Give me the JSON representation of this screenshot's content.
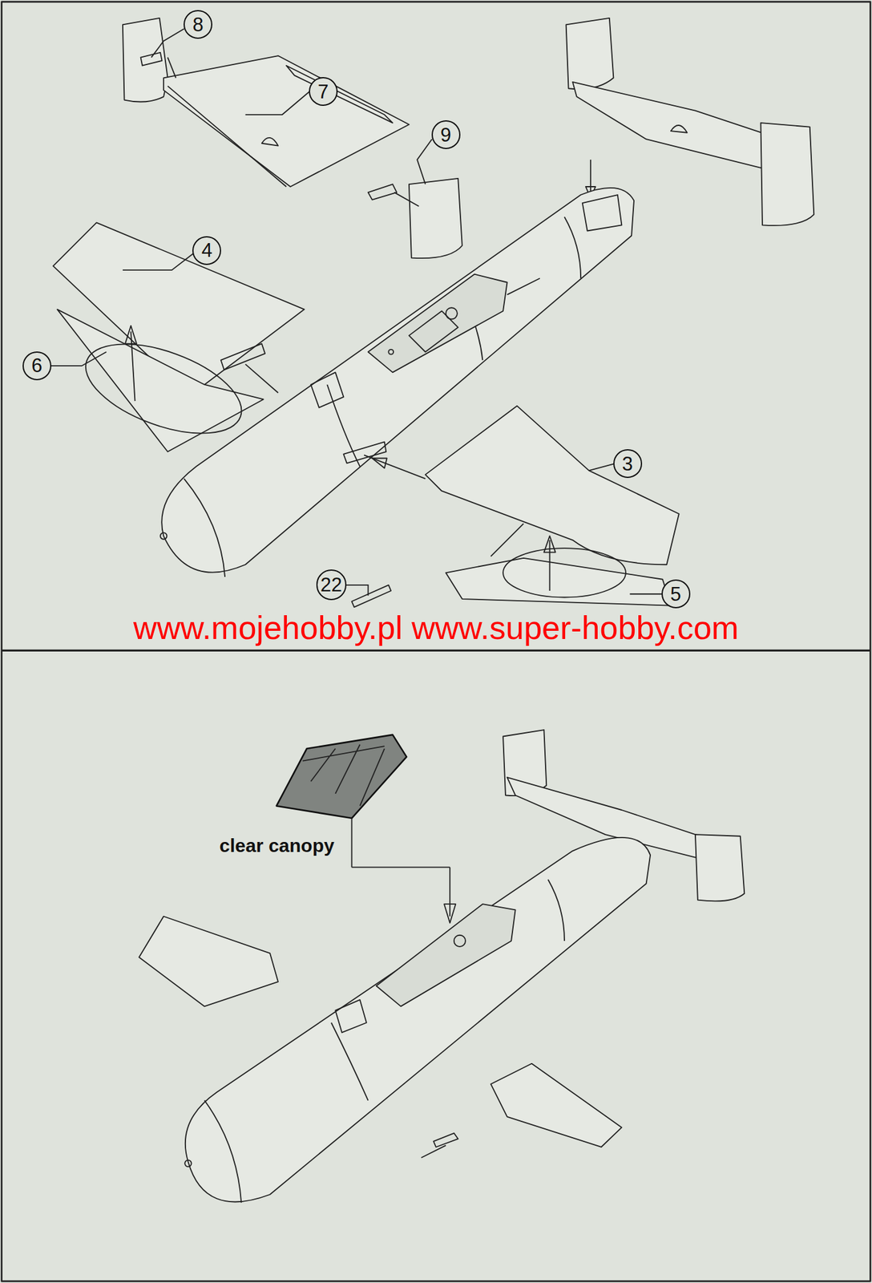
{
  "diagram": {
    "nodes": [
      {
        "text": [
          "8"
        ]
      },
      {
        "text": [
          "7"
        ]
      },
      {
        "text": [
          "9"
        ]
      },
      {
        "text": [
          "4"
        ]
      },
      {
        "text": [
          "6"
        ]
      },
      {
        "text": [
          "3"
        ]
      },
      {
        "text": [
          "22"
        ]
      },
      {
        "text": [
          "5"
        ]
      }
    ],
    "labels": [
      "www.mojehobby.pl www.super-hobby.com",
      "clear canopy"
    ]
  }
}
